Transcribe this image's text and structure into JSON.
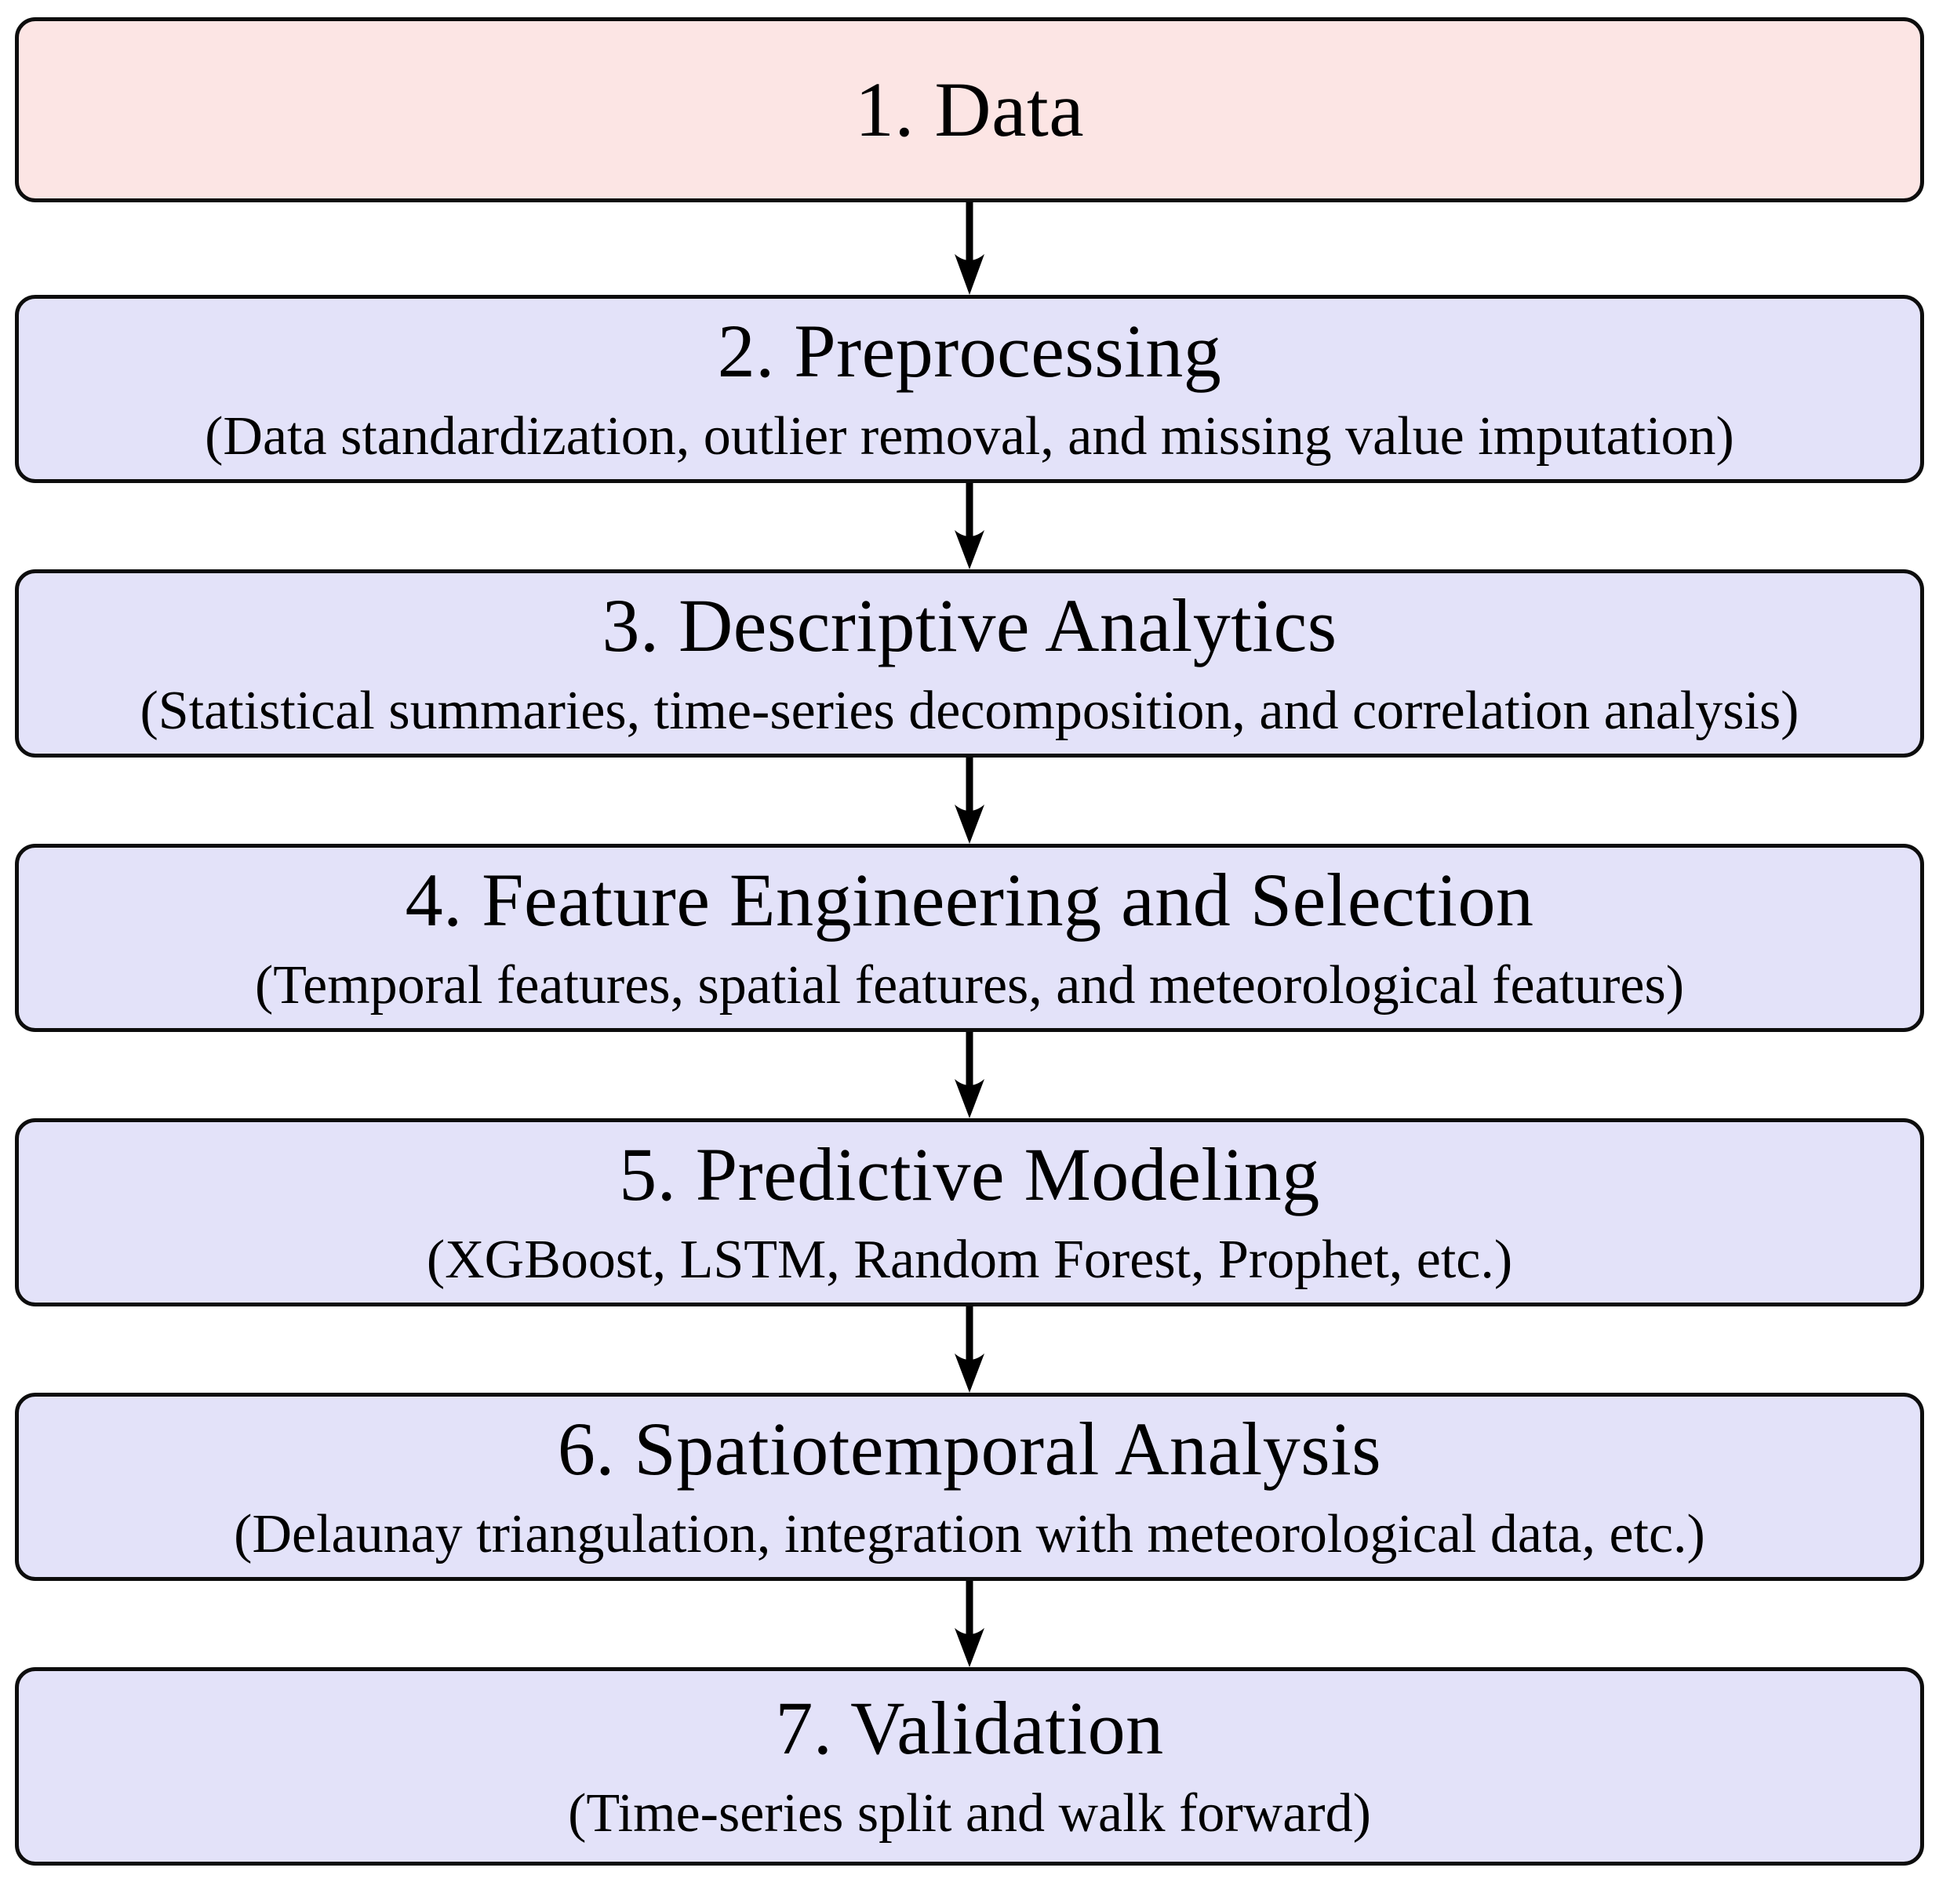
{
  "diagram": {
    "type": "flowchart",
    "orientation": "vertical",
    "colors": {
      "step1_fill": "#fce5e4",
      "other_fill": "#e3e2f9",
      "border": "#0d0d0d",
      "arrow": "#000000",
      "text": "#000000",
      "background": "#ffffff"
    },
    "steps": [
      {
        "number": "1.",
        "title": "1.  Data",
        "subtitle": "",
        "fill": "pink"
      },
      {
        "number": "2.",
        "title": "2.  Preprocessing",
        "subtitle": "(Data standardization, outlier removal, and missing value imputation)",
        "fill": "blue"
      },
      {
        "number": "3.",
        "title": "3.  Descriptive Analytics",
        "subtitle": "(Statistical summaries, time-series decomposition, and correlation analysis)",
        "fill": "blue"
      },
      {
        "number": "4.",
        "title": "4.  Feature Engineering and Selection",
        "subtitle": "(Temporal features, spatial features, and meteorological features)",
        "fill": "blue"
      },
      {
        "number": "5.",
        "title": "5.  Predictive Modeling",
        "subtitle": "(XGBoost,  LSTM,  Random  Forest,  Prophet,  etc.)",
        "fill": "blue"
      },
      {
        "number": "6.",
        "title": "6.  Spatiotemporal Analysis",
        "subtitle": "(Delaunay triangulation, integration with meteorological data, etc.)",
        "fill": "blue"
      },
      {
        "number": "7.",
        "title": "7.  Validation",
        "subtitle": "(Time-series  split  and  walk  forward)",
        "fill": "blue"
      }
    ],
    "arrows": [
      {
        "from": "1.  Data",
        "to": "2.  Preprocessing",
        "style": "solid-stealth-down"
      },
      {
        "from": "2.  Preprocessing",
        "to": "3.  Descriptive Analytics",
        "style": "solid-stealth-down"
      },
      {
        "from": "3.  Descriptive Analytics",
        "to": "4.  Feature Engineering and Selection",
        "style": "solid-stealth-down"
      },
      {
        "from": "4.  Feature Engineering and Selection",
        "to": "5.  Predictive Modeling",
        "style": "solid-stealth-down"
      },
      {
        "from": "5.  Predictive Modeling",
        "to": "6.  Spatiotemporal Analysis",
        "style": "solid-stealth-down"
      },
      {
        "from": "6.  Spatiotemporal Analysis",
        "to": "7.  Validation",
        "style": "solid-stealth-down"
      }
    ]
  }
}
